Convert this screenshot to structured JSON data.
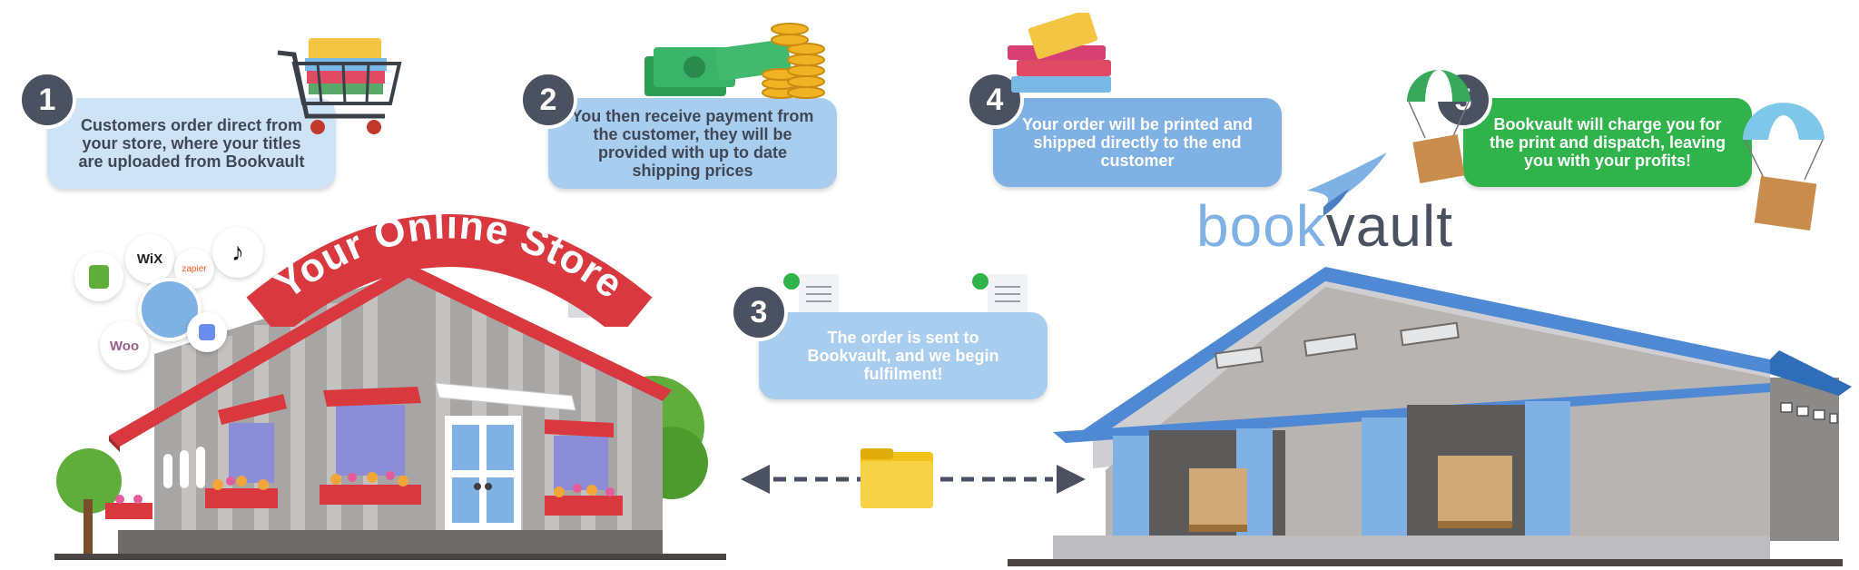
{
  "steps": [
    {
      "number": "1",
      "text": "Customers order direct from your store, where your titles are uploaded from Bookvault"
    },
    {
      "number": "2",
      "text": "You then receive payment from the customer, they will be provided with up to date shipping prices"
    },
    {
      "number": "3",
      "text": "The order is sent to Bookvault, and we begin fulfilment!"
    },
    {
      "number": "4",
      "text": "Your order will be printed and shipped directly to the end customer"
    },
    {
      "number": "5",
      "text": "Bookvault will charge you for the print and dispatch, leaving you with your profits!"
    }
  ],
  "store": {
    "banner": "Your Online Store"
  },
  "brand": {
    "part1": "book",
    "part2": "vault"
  },
  "platforms": [
    {
      "icon": "shopify-icon",
      "label": ""
    },
    {
      "icon": "wix-icon",
      "label": "WiX"
    },
    {
      "icon": "zapier-icon",
      "label": "zapier"
    },
    {
      "icon": "tiktok-icon",
      "label": ""
    },
    {
      "icon": "bookvault-bird-icon",
      "label": ""
    },
    {
      "icon": "woocommerce-icon",
      "label": "Woo"
    },
    {
      "icon": "tag-icon",
      "label": ""
    }
  ],
  "colors": {
    "accent_blue": "#7fb1e4",
    "dark": "#4a5262",
    "green": "#2fb34a",
    "red": "#d8383e"
  }
}
